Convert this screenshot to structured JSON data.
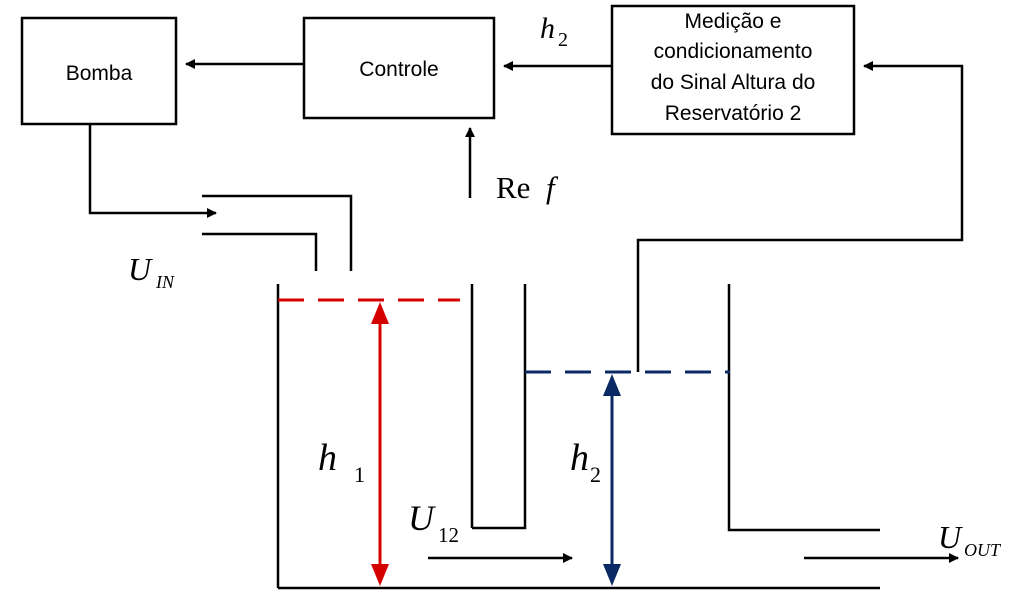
{
  "blocks": {
    "bomba": "Bomba",
    "controle": "Controle",
    "medicao": [
      "Medição e",
      "condicionamento",
      "do Sinal Altura do",
      "Reservatório 2"
    ]
  },
  "signals": {
    "feedback_h": "h",
    "feedback_sub": "2",
    "ref_re": "Re",
    "ref_f": "f"
  },
  "flows": {
    "u": "U",
    "in_sub": "IN",
    "u12_sub": "12",
    "out_sub": "OUT"
  },
  "levels": {
    "h1_var": "h",
    "h1_sub": "1",
    "h2_var": "h",
    "h2_sub": "2"
  },
  "colors": {
    "line": "#000000",
    "level_1": "#d40000",
    "level_2": "#0a2a66"
  }
}
